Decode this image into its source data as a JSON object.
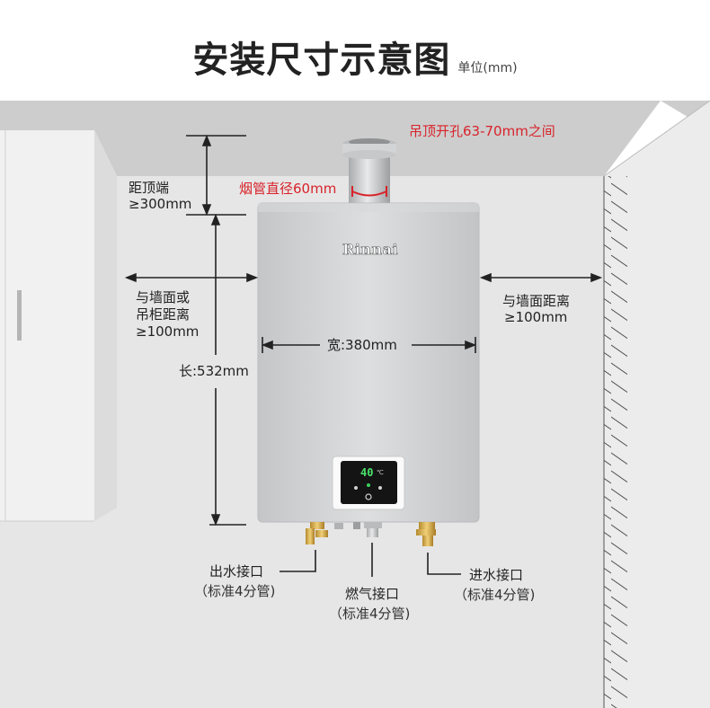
{
  "title": "安装尺寸示意图",
  "unit": "单位(mm)",
  "brand": "Rinnai",
  "display_temp": "40",
  "display_unit": "℃",
  "labels": {
    "ceiling_hole": "吊顶开孔63-70mm之间",
    "flue_diameter": "烟管直径60mm",
    "top_clearance_1": "距顶端",
    "top_clearance_2": "≥300mm",
    "left_clearance_1": "与墙面或",
    "left_clearance_2": "吊柜距离",
    "left_clearance_3": "≥100mm",
    "right_clearance_1": "与墙面距离",
    "right_clearance_2": "≥100mm",
    "width": "宽:380mm",
    "length": "长:532mm",
    "outlet_1": "出水接口",
    "outlet_2": "（标准4分管)",
    "gas_1": "燃气接口",
    "gas_2": "（标准4分管)",
    "inlet_1": "进水接口",
    "inlet_2": "（标准4分管)"
  },
  "colors": {
    "accent_red": "#d8232a",
    "heater_silver": "#cfd1d3",
    "wall": "#e6e6e6",
    "ceiling": "#cdcdcd"
  }
}
